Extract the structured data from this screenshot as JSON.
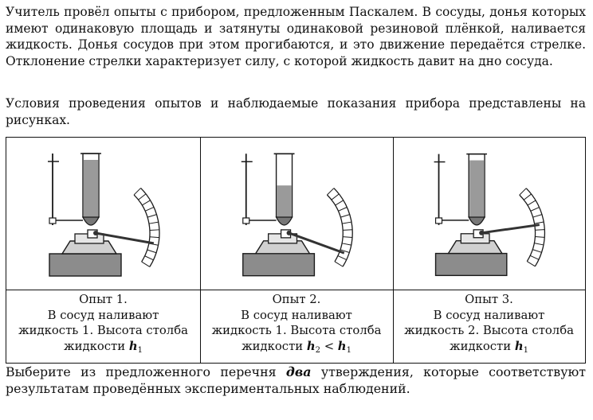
{
  "intro": "Учитель провёл опыты с прибором, предложенным Паскалем. В сосуды, донья которых имеют одинаковую площадь и затянуты одинаковой резиновой плёнкой, наливается жидкость. Донья сосудов при этом прогибаются, и это движение передаётся стрелке. Отклонение стрелки характеризует силу, с которой жидкость давит на дно сосуда.",
  "conditions": "Условия проведения опытов и наблюдаемые показания прибора представлены на рисунках.",
  "experiments": [
    {
      "title": "Опыт 1.",
      "line1": "В сосуд наливают",
      "line2": "жидкость 1. Высота столба",
      "line3_text": "жидкости ",
      "h": "h",
      "h_sub": "1",
      "rel": "",
      "h2": "",
      "h2_sub": "",
      "liquid_fill_fraction": 0.9,
      "needle_position": "middle"
    },
    {
      "title": "Опыт 2.",
      "line1": "В сосуд наливают",
      "line2": "жидкость 1. Высота столба",
      "line3_text": "жидкости ",
      "h": "h",
      "h_sub": "2",
      "rel": " < ",
      "h2": "h",
      "h2_sub": "1",
      "liquid_fill_fraction": 0.5,
      "needle_position": "lower"
    },
    {
      "title": "Опыт 3.",
      "line1": "В сосуд наливают",
      "line2": "жидкость 2. Высота столба",
      "line3_text": "жидкости ",
      "h": "h",
      "h_sub": "1",
      "rel": "",
      "h2": "",
      "h2_sub": "",
      "liquid_fill_fraction": 0.9,
      "needle_position": "upper"
    }
  ],
  "task": {
    "before": "Выберите из предложенного перечня ",
    "emphasis": "два",
    "after": " утверждения, которые соответствуют результатам проведённых экспериментальных наблюдений."
  }
}
